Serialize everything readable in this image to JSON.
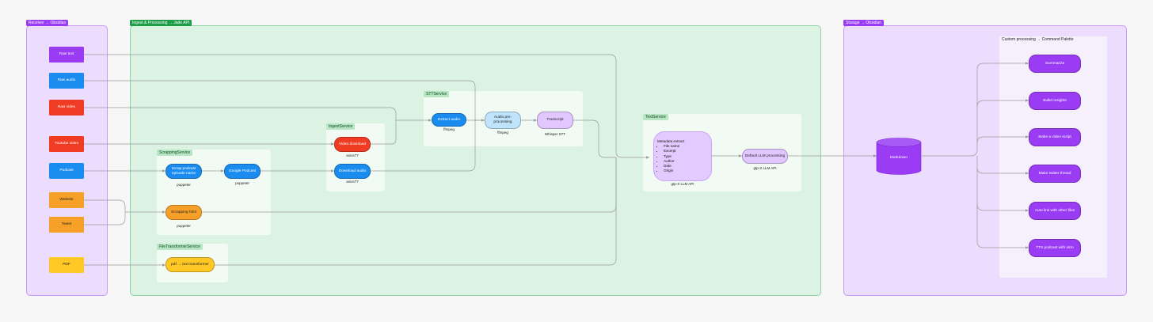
{
  "colors": {
    "purple": "#9b3cf5",
    "blue": "#1a8cf0",
    "red": "#f03c22",
    "orange": "#f7a028",
    "yellow": "#ffc824",
    "lightblue": "#bfe3fb",
    "lavender": "#e1c6ff",
    "green_tag": "#1f9e4a",
    "purple_tag": "#9b3cf5"
  },
  "groups": {
    "receiver": "Receiver → Obsidian",
    "ingest": "Ingest & Processing → Jade API",
    "storage": "Storage → Obsidian"
  },
  "inputs": {
    "raw_text": "Raw text",
    "raw_audio": "Raw audio",
    "raw_video": "Raw video",
    "youtube_video": "Youtube video",
    "podcast": "Podcast",
    "website": "Website",
    "tweet": "Tweet",
    "pdf": "PDF"
  },
  "services": {
    "scrapping": "ScrappingService",
    "ingest": "IngestService",
    "stt": "STTService",
    "text": "TextService",
    "file_transformer": "FileTransformerService"
  },
  "nodes": {
    "scrap_podcast": "Scrap podcast episode name",
    "google_podcast": "Google Podcast",
    "scrapping_html": "Scrapping html",
    "video_download": "Video download",
    "download_audio": "Download audio",
    "extract_audio": "Extract audio",
    "audio_preprocessing": "Audio pre-processing",
    "transcript": "Transcript",
    "pdf_transformer": "pdf → text transformer",
    "default_llm": "Default LLM processing",
    "markdown": "Markdown"
  },
  "metadata": {
    "title": "Metadata extract",
    "items": [
      "File name",
      "Excerpt",
      "Type",
      "Author",
      "Date",
      "Origin"
    ]
  },
  "captions": {
    "puppeter_1": "puppeter",
    "puppeter_2": "puppeter",
    "puppeter_3": "puppeter",
    "axios_1": "axios77",
    "axios_2": "axios77",
    "ffmpeg_1": "ffmpeg",
    "ffmpeg_2": "ffmpeg",
    "whisper": "Whisper STT",
    "gpt_1": "gtp-X LLM API",
    "gpt_2": "gtp-X LLM API"
  },
  "custom": {
    "label": "Custom processing → Command Palette",
    "items": [
      "Summarize",
      "Bullet insights",
      "Make a video script",
      "Make twitter thread",
      "Auto link with other files",
      "TTS podcast with intro"
    ]
  }
}
